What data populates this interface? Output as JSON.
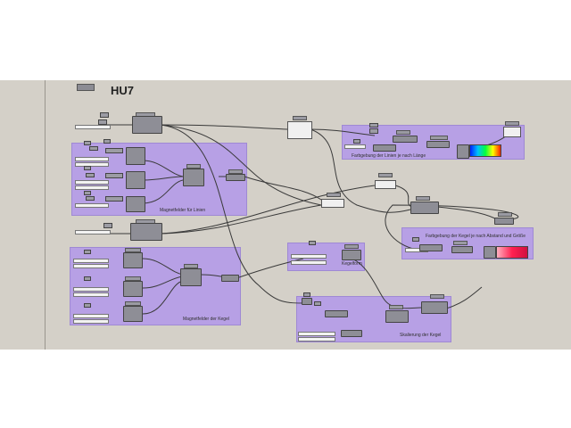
{
  "document": {
    "title": "HU7"
  },
  "groups": [
    {
      "id": "magnet-lines",
      "label": "Magnetfelder für Linien"
    },
    {
      "id": "magnet-cones",
      "label": "Magnetfelder der Kegel"
    },
    {
      "id": "cone-shape",
      "label": "Kegelform"
    },
    {
      "id": "cone-scale",
      "label": "Skalierung der Kegel"
    },
    {
      "id": "line-color",
      "label": "Farbgebung der Linien je nach Länge"
    },
    {
      "id": "cone-color",
      "label": "Farbgebung der Kegel je nach Abstand und Größe"
    }
  ],
  "colors": {
    "canvas": "#d4d0c8",
    "group": "#b59de8",
    "component": "#8e8e96",
    "wire": "#3a3a3a"
  }
}
